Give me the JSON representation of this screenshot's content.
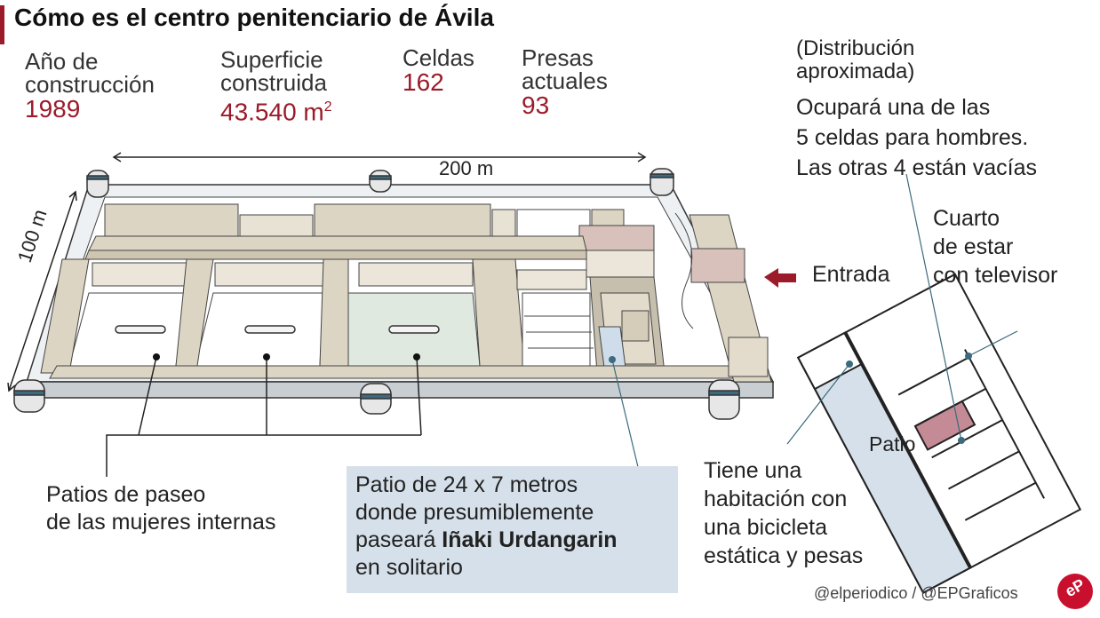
{
  "title": "Cómo es el centro penitenciario de Ávila",
  "stats": [
    {
      "label_1": "Año de",
      "label_2": "construcción",
      "value": "1989"
    },
    {
      "label_1": "Superficie",
      "label_2": "construida",
      "value": "43.540 m",
      "value_sup": "2"
    },
    {
      "label_1": "Celdas",
      "value": "162"
    },
    {
      "label_1": "Presas",
      "label_2": "actuales",
      "value": "93"
    }
  ],
  "dimensions": {
    "width": "200 m",
    "depth": "100 m"
  },
  "labels": {
    "entrance": "Entrada",
    "women_patios": [
      "Patios de paseo",
      "de las mujeres internas"
    ],
    "patio_note": {
      "line_1": "Patio de 24 x 7 metros",
      "line_2": "donde presumiblemente",
      "line_3_pre": "paseará ",
      "line_3_bold": "Iñaki Urdangarin",
      "line_4": "en solitario"
    },
    "distribution": [
      "(Distribución",
      "aproximada)"
    ],
    "cells_note": [
      "Ocupará una de las",
      "5 celdas para hombres.",
      "Las otras 4 están vacías"
    ],
    "tv_room": [
      "Cuarto",
      "de estar",
      "con televisor"
    ],
    "patio": "Patio",
    "gym_note": [
      "Tiene una",
      "habitación con",
      "una bicicleta",
      "estática y pesas"
    ]
  },
  "credits": "@elperiodico / @EPGraficos",
  "logo": "eP",
  "colors": {
    "accent": "#9b1b2a",
    "highlight": "#d6e0ea",
    "cell": "#c48a95",
    "building": "#ddd5c3"
  }
}
